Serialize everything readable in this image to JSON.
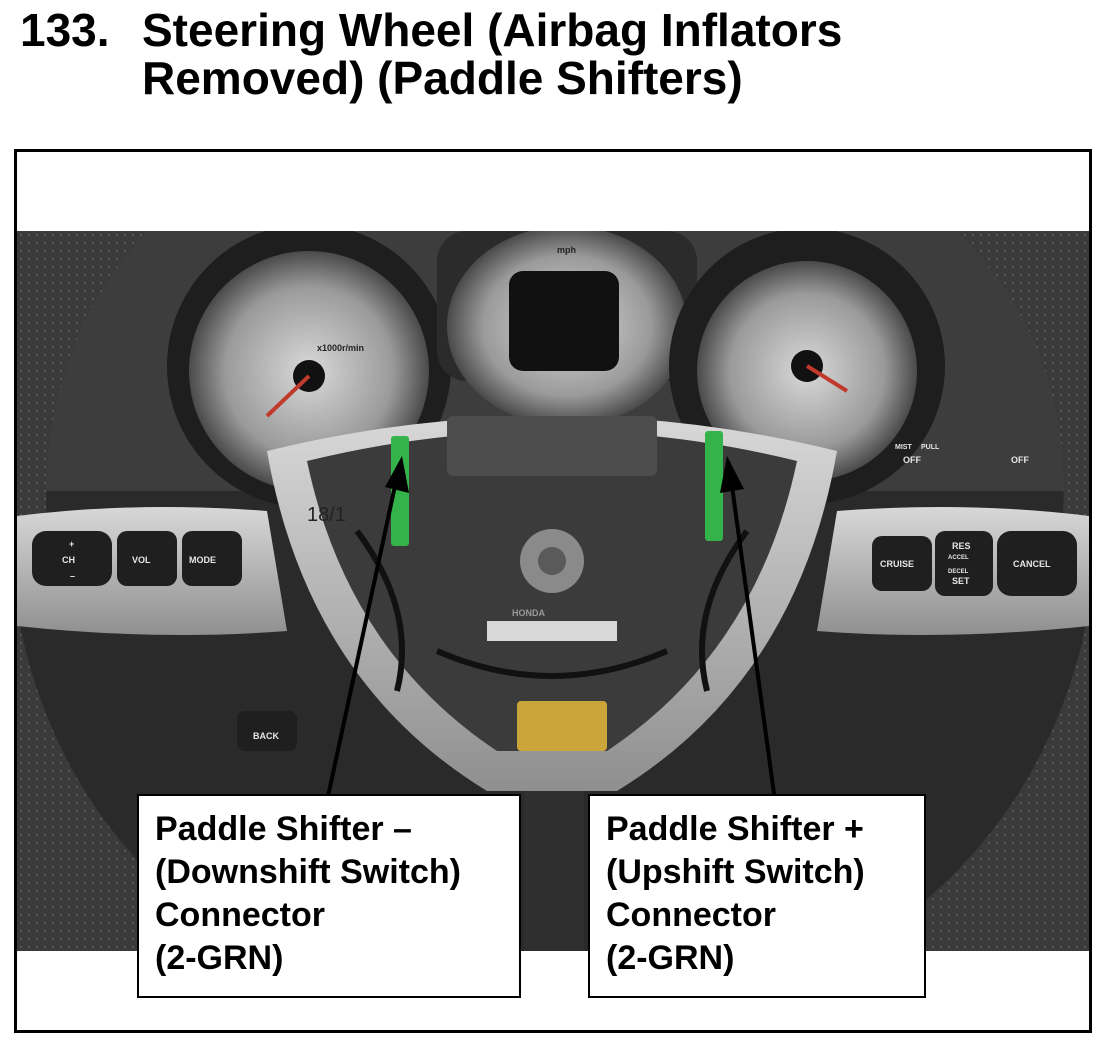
{
  "header": {
    "number": "133.",
    "title_line1": "Steering Wheel (Airbag Inflators",
    "title_line2": "Removed) (Paddle Shifters)"
  },
  "callouts": {
    "left": {
      "line1": "Paddle Shifter –",
      "line2": "(Downshift Switch)",
      "line3": "Connector",
      "line4": "(2-GRN)"
    },
    "right": {
      "line1": "Paddle Shifter +",
      "line2": "(Upshift Switch)",
      "line3": "Connector",
      "line4": "(2-GRN)"
    }
  },
  "photo_labels": {
    "ch": "CH",
    "vol": "VOL",
    "mode": "MODE",
    "cruise": "CRUISE",
    "res": "RES",
    "accel": "ACCEL",
    "decel": "DECEL",
    "set": "SET",
    "cancel": "CANCEL",
    "back": "BACK",
    "honda": "HONDA",
    "handwriting": "18/1",
    "off": "OFF",
    "mist": "MIST",
    "pull": "PULL",
    "off_right": "OFF",
    "speed_unit": "mph",
    "rpm_unit": "x1000r/min",
    "plus": "+",
    "minus": "–"
  },
  "colors": {
    "connector_green": "#34b34a",
    "arrow": "#000000",
    "frame": "#000000"
  }
}
